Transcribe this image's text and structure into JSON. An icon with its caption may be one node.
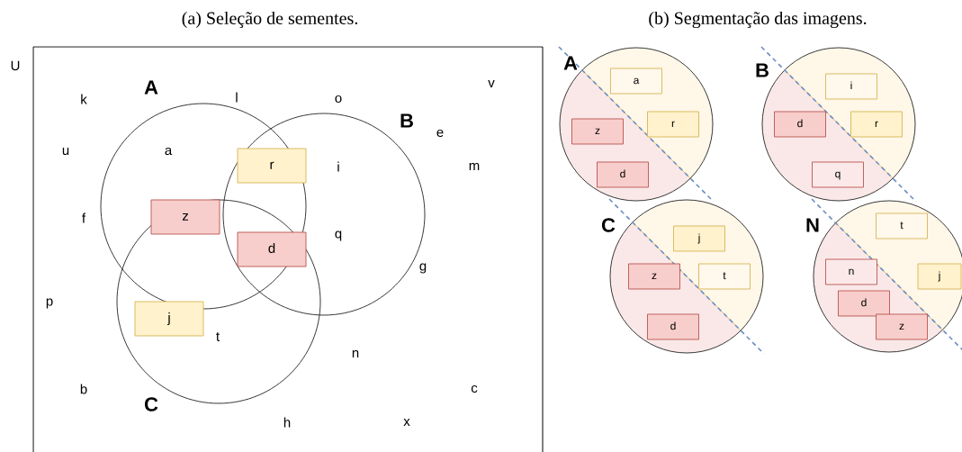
{
  "diagram": {
    "nodes": [
      {
        "text": [
          "U"
        ]
      },
      {
        "text": [
          "A"
        ],
        "in": 0
      },
      {
        "text": [
          "B"
        ],
        "in": 0
      },
      {
        "text": [
          "C"
        ],
        "in": 0
      },
      {
        "text": [
          "r"
        ]
      },
      {
        "text": [
          "z"
        ]
      },
      {
        "text": [
          "d"
        ]
      },
      {
        "text": [
          "j"
        ],
        "in": 3
      },
      {
        "text": [
          "A"
        ]
      },
      {
        "text": [
          "a"
        ],
        "in": 8
      },
      {
        "text": [
          "r"
        ],
        "in": 8
      },
      {
        "text": [
          "z"
        ],
        "in": 8
      },
      {
        "text": [
          "d"
        ],
        "in": 8
      },
      {
        "text": [
          "B"
        ]
      },
      {
        "text": [
          "i"
        ],
        "in": 13
      },
      {
        "text": [
          "d"
        ],
        "in": 13
      },
      {
        "text": [
          "r"
        ],
        "in": 13
      },
      {
        "text": [
          "q"
        ],
        "in": 13
      },
      {
        "text": [
          "C"
        ]
      },
      {
        "text": [
          "j"
        ],
        "in": 18
      },
      {
        "text": [
          "z"
        ],
        "in": 18
      },
      {
        "text": [
          "t"
        ],
        "in": 18
      },
      {
        "text": [
          "d"
        ],
        "in": 18
      },
      {
        "text": [
          "N"
        ]
      },
      {
        "text": [
          "t"
        ],
        "in": 23
      },
      {
        "text": [
          "n"
        ],
        "in": 23
      },
      {
        "text": [
          "j"
        ],
        "in": 23
      },
      {
        "text": [
          "d"
        ],
        "in": 23
      },
      {
        "text": [
          "z"
        ],
        "in": 23
      }
    ],
    "labels": [
      "(a) Seleção de sementes.",
      "(b) Segmentação das imagens.",
      "k",
      "l",
      "o",
      "v",
      "u",
      "a",
      "i",
      "e",
      "m",
      "f",
      "q",
      "g",
      "p",
      "t",
      "n",
      "b",
      "c",
      "h",
      "x"
    ]
  }
}
